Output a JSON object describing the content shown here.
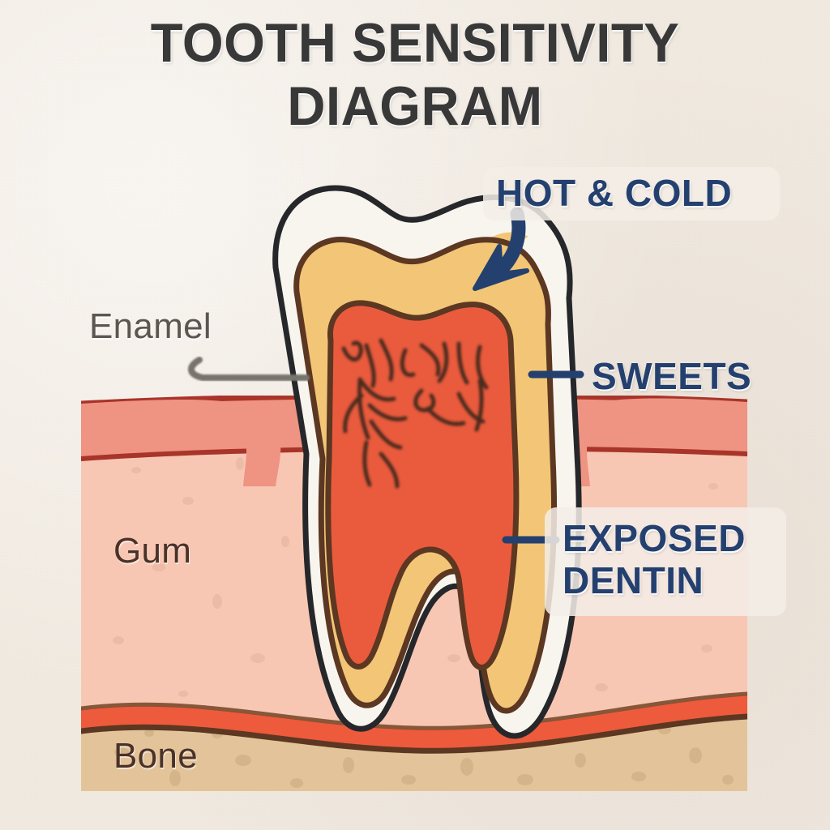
{
  "title": {
    "line1": "TOOTH SENSITIVITY",
    "line2": "DIAGRAM"
  },
  "colors": {
    "background": "#f0e9e0",
    "title_text": "#383838",
    "callout_navy": "#24406f",
    "enamel_fill": "#f8f5ef",
    "enamel_outline": "#26272a",
    "dentin_fill": "#f2c676",
    "dentin_outline": "#5c3722",
    "pulp_fill": "#ea5b3e",
    "pulp_outline": "#5c3722",
    "gum_top_fill": "#ef9383",
    "gum_body_fill": "#f8c7b4",
    "gum_outline": "#a8342a",
    "bone_fill": "#e3c49a",
    "ligament_fill": "#ee5a3c",
    "enamel_label_text": "#5c5650",
    "tissue_label_text": "#4a3228",
    "leader_gray": "#77736d"
  },
  "callouts": [
    {
      "id": "hot-and-cold",
      "label": "HOT & COLD",
      "style": "navy-bold",
      "marker": "arrow"
    },
    {
      "id": "sweets",
      "label": "SWEETS",
      "style": "navy-bold",
      "marker": "dash"
    },
    {
      "id": "exposed-dentin",
      "label_line1": "EXPOSED",
      "label_line2": "DENTIN",
      "style": "navy-bold",
      "marker": "dash"
    }
  ],
  "anatomy_labels": [
    {
      "id": "enamel",
      "label": "Enamel",
      "style": "soft-gray",
      "marker": "curved-leader"
    },
    {
      "id": "gum",
      "label": "Gum",
      "style": "soft-brown",
      "marker": "none"
    },
    {
      "id": "bone",
      "label": "Bone",
      "style": "soft-brown",
      "marker": "none"
    }
  ],
  "layers": [
    {
      "name": "enamel",
      "description": "outer white crown shell"
    },
    {
      "name": "dentin",
      "description": "golden-yellow layer beneath enamel"
    },
    {
      "name": "pulp",
      "description": "red-orange nerve chamber with branching nerves"
    },
    {
      "name": "gum",
      "description": "pink gingival tissue with recession"
    },
    {
      "name": "periodontal-ligament",
      "description": "red band between root and bone"
    },
    {
      "name": "bone",
      "description": "tan alveolar bone"
    }
  ]
}
